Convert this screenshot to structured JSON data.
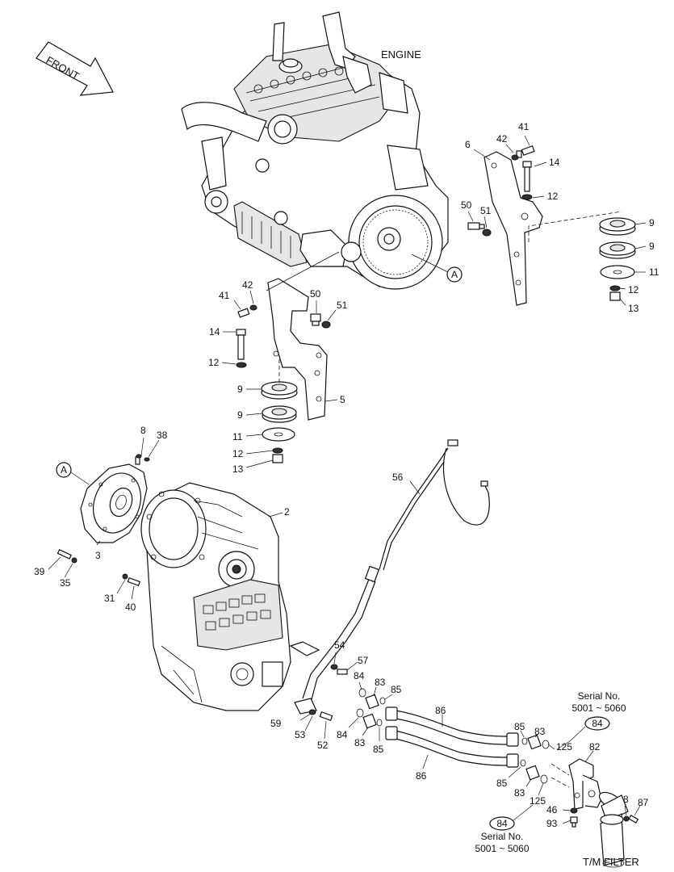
{
  "titles": {
    "engine": "ENGINE",
    "front": "FRONT",
    "tm_filter": "T/M FILTER"
  },
  "ref": {
    "a_top": "A",
    "a_left": "A"
  },
  "serial": {
    "top_label": "Serial No.",
    "top_range": "5001 ~ 5060",
    "top_ref": "84",
    "bottom_label": "Serial No.",
    "bottom_range": "5001 ~ 5060",
    "bottom_ref": "84"
  },
  "callouts": {
    "c41a": "41",
    "c42a": "42",
    "c6": "6",
    "c14a": "14",
    "c12a": "12",
    "c50a": "50",
    "c51a": "51",
    "c9a": "9",
    "c9b": "9",
    "c11a": "11",
    "c12b": "12",
    "c13a": "13",
    "c41b": "41",
    "c42b": "42",
    "c50b": "50",
    "c51b": "51",
    "c14b": "14",
    "c12c": "12",
    "c9c": "9",
    "c9d": "9",
    "c11b": "11",
    "c12d": "12",
    "c13b": "13",
    "c5": "5",
    "c8a": "8",
    "c38": "38",
    "c3": "3",
    "c39": "39",
    "c35": "35",
    "c31": "31",
    "c40": "40",
    "c2": "2",
    "c56": "56",
    "c54": "54",
    "c57": "57",
    "c84a": "84",
    "c83a": "83",
    "c85a": "85",
    "c59": "59",
    "c53": "53",
    "c52": "52",
    "c84b": "84",
    "c83b": "83",
    "c85b": "85",
    "c86a": "86",
    "c86b": "86",
    "c85c": "85",
    "c83c": "83",
    "c125a": "125",
    "c82": "82",
    "c85d": "85",
    "c83d": "83",
    "c125b": "125",
    "c46": "46",
    "c93": "93",
    "c8b": "8",
    "c87": "87"
  }
}
